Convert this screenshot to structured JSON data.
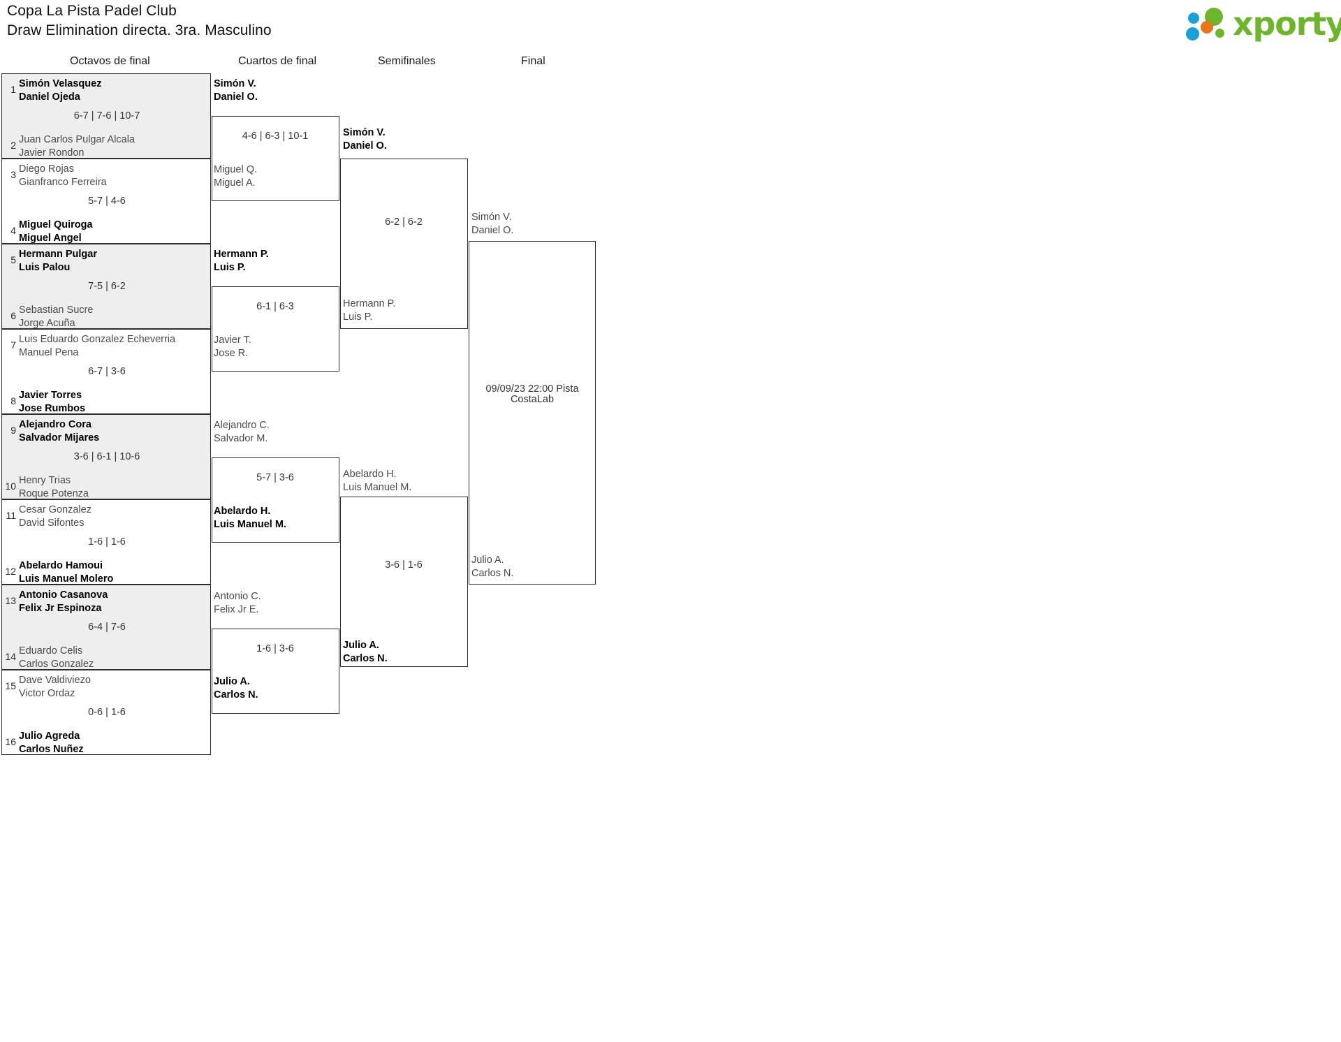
{
  "header": {
    "title_line1": "Copa La Pista Padel Club",
    "title_line2": "Draw Elimination directa. 3ra. Masculino",
    "logo_text": "xporty",
    "logo_colors": {
      "green": "#6cb52d",
      "blue": "#1b9fd8",
      "orange": "#e8751a"
    }
  },
  "rounds": [
    {
      "label": "Octavos de final"
    },
    {
      "label": "Cuartos de final"
    },
    {
      "label": "Semifinales"
    },
    {
      "label": "Final"
    }
  ],
  "round1": {
    "matches": [
      {
        "shaded": true,
        "top": {
          "seed": "1",
          "p1": "Simón Velasquez",
          "p2": "Daniel Ojeda",
          "winner": true
        },
        "bottom": {
          "seed": "2",
          "p1": "Juan Carlos Pulgar Alcala",
          "p2": "Javier Rondon",
          "winner": false
        },
        "score": "6-7 | 7-6 | 10-7"
      },
      {
        "shaded": false,
        "top": {
          "seed": "3",
          "p1": "Diego Rojas",
          "p2": "Gianfranco Ferreira",
          "winner": false
        },
        "bottom": {
          "seed": "4",
          "p1": "Miguel Quiroga",
          "p2": "Miguel Angel",
          "winner": true
        },
        "score": "5-7 | 4-6"
      },
      {
        "shaded": true,
        "top": {
          "seed": "5",
          "p1": "Hermann Pulgar",
          "p2": "Luis Palou",
          "winner": true
        },
        "bottom": {
          "seed": "6",
          "p1": "Sebastian Sucre",
          "p2": "Jorge Acuña",
          "winner": false
        },
        "score": "7-5 | 6-2"
      },
      {
        "shaded": false,
        "top": {
          "seed": "7",
          "p1": "Luis Eduardo Gonzalez Echeverria",
          "p2": "Manuel Pena",
          "winner": false
        },
        "bottom": {
          "seed": "8",
          "p1": "Javier Torres",
          "p2": "Jose Rumbos",
          "winner": true
        },
        "score": "6-7 | 3-6"
      },
      {
        "shaded": true,
        "top": {
          "seed": "9",
          "p1": "Alejandro Cora",
          "p2": "Salvador Mijares",
          "winner": true
        },
        "bottom": {
          "seed": "10",
          "p1": "Henry Trias",
          "p2": "Roque Potenza",
          "winner": false
        },
        "score": "3-6 | 6-1 | 10-6"
      },
      {
        "shaded": false,
        "top": {
          "seed": "11",
          "p1": "Cesar Gonzalez",
          "p2": "David Sifontes",
          "winner": false
        },
        "bottom": {
          "seed": "12",
          "p1": "Abelardo Hamoui",
          "p2": "Luis Manuel Molero",
          "winner": true
        },
        "score": "1-6 | 1-6"
      },
      {
        "shaded": true,
        "top": {
          "seed": "13",
          "p1": "Antonio Casanova",
          "p2": "Felix Jr Espinoza",
          "winner": true
        },
        "bottom": {
          "seed": "14",
          "p1": "Eduardo Celis",
          "p2": "Carlos Gonzalez",
          "winner": false
        },
        "score": "6-4 | 7-6"
      },
      {
        "shaded": false,
        "top": {
          "seed": "15",
          "p1": "Dave Valdiviezo",
          "p2": "Victor Ordaz",
          "winner": false
        },
        "bottom": {
          "seed": "16",
          "p1": "Julio Agreda",
          "p2": "Carlos Nuñez",
          "winner": true
        },
        "score": "0-6 | 1-6"
      }
    ]
  },
  "round2": {
    "matches": [
      {
        "top": {
          "p1": "Simón V.",
          "p2": "Daniel O.",
          "winner": true
        },
        "bottom": {
          "p1": "Miguel Q.",
          "p2": "Miguel A.",
          "winner": false
        },
        "score": "4-6 | 6-3 | 10-1"
      },
      {
        "top": {
          "p1": "Hermann P.",
          "p2": "Luis P.",
          "winner": true
        },
        "bottom": {
          "p1": "Javier T.",
          "p2": "Jose R.",
          "winner": false
        },
        "score": "6-1 | 6-3"
      },
      {
        "top": {
          "p1": "Alejandro C.",
          "p2": "Salvador M.",
          "winner": false
        },
        "bottom": {
          "p1": "Abelardo H.",
          "p2": "Luis Manuel M.",
          "winner": true
        },
        "score": "5-7 | 3-6"
      },
      {
        "top": {
          "p1": "Antonio C.",
          "p2": "Felix Jr E.",
          "winner": false
        },
        "bottom": {
          "p1": "Julio A.",
          "p2": "Carlos N.",
          "winner": true
        },
        "score": "1-6 | 3-6"
      }
    ]
  },
  "round3": {
    "matches": [
      {
        "top": {
          "p1": "Simón V.",
          "p2": "Daniel O.",
          "winner": true
        },
        "bottom": {
          "p1": "Hermann P.",
          "p2": "Luis P.",
          "winner": false
        },
        "score": "6-2 | 6-2"
      },
      {
        "top": {
          "p1": "Abelardo H.",
          "p2": "Luis Manuel M.",
          "winner": false
        },
        "bottom": {
          "p1": "Julio A.",
          "p2": "Carlos N.",
          "winner": true
        },
        "score": "3-6 | 1-6"
      }
    ]
  },
  "final": {
    "top": {
      "p1": "Simón V.",
      "p2": "Daniel O.",
      "winner": false
    },
    "bottom": {
      "p1": "Julio A.",
      "p2": "Carlos N.",
      "winner": false
    },
    "schedule_line1": "09/09/23 22:00 Pista",
    "schedule_line2": "CostaLab"
  }
}
